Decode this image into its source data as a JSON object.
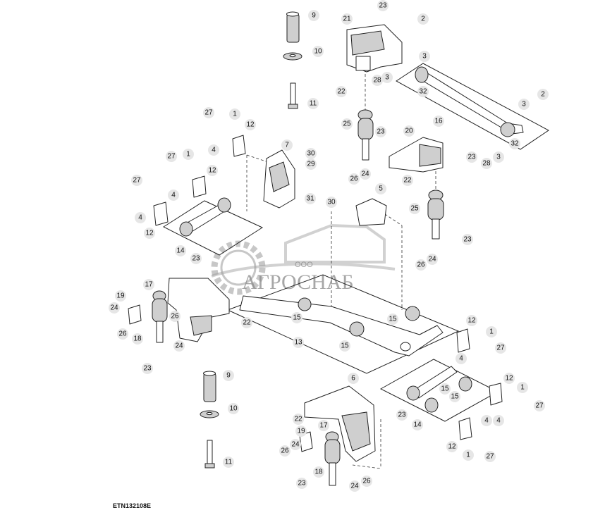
{
  "figure_id": "ETN132108E",
  "watermark": {
    "company_prefix": "ООО",
    "company_name": "АГРОСНАБ",
    "color": "#8a8a8a"
  },
  "callouts": [
    {
      "id": "c1",
      "label": "23"
    },
    {
      "id": "c2",
      "label": "21"
    },
    {
      "id": "c3",
      "label": "2"
    },
    {
      "id": "c4",
      "label": "9"
    },
    {
      "id": "c5",
      "label": "10"
    },
    {
      "id": "c6",
      "label": "3"
    },
    {
      "id": "c7",
      "label": "22"
    },
    {
      "id": "c8",
      "label": "28"
    },
    {
      "id": "c9",
      "label": "3"
    },
    {
      "id": "c10",
      "label": "32"
    },
    {
      "id": "c11",
      "label": "11"
    },
    {
      "id": "c12",
      "label": "2"
    },
    {
      "id": "c13",
      "label": "3"
    },
    {
      "id": "c14",
      "label": "16"
    },
    {
      "id": "c15",
      "label": "27"
    },
    {
      "id": "c16",
      "label": "1"
    },
    {
      "id": "c17",
      "label": "25"
    },
    {
      "id": "c18",
      "label": "23"
    },
    {
      "id": "c19",
      "label": "12"
    },
    {
      "id": "c20",
      "label": "20"
    },
    {
      "id": "c21",
      "label": "4"
    },
    {
      "id": "c22",
      "label": "32"
    },
    {
      "id": "c23",
      "label": "7"
    },
    {
      "id": "c24",
      "label": "27"
    },
    {
      "id": "c25",
      "label": "1"
    },
    {
      "id": "c26",
      "label": "30"
    },
    {
      "id": "c27",
      "label": "29"
    },
    {
      "id": "c28",
      "label": "23"
    },
    {
      "id": "c29",
      "label": "28"
    },
    {
      "id": "c30",
      "label": "3"
    },
    {
      "id": "c31",
      "label": "26"
    },
    {
      "id": "c32",
      "label": "24"
    },
    {
      "id": "c33",
      "label": "12"
    },
    {
      "id": "c34",
      "label": "22"
    },
    {
      "id": "c35",
      "label": "27"
    },
    {
      "id": "c36",
      "label": "4"
    },
    {
      "id": "c37",
      "label": "31"
    },
    {
      "id": "c38",
      "label": "5"
    },
    {
      "id": "c39",
      "label": "30"
    },
    {
      "id": "c40",
      "label": "4"
    },
    {
      "id": "c41",
      "label": "25"
    },
    {
      "id": "c42",
      "label": "12"
    },
    {
      "id": "c43",
      "label": "14"
    },
    {
      "id": "c44",
      "label": "23"
    },
    {
      "id": "c45",
      "label": "23"
    },
    {
      "id": "c46",
      "label": "26"
    },
    {
      "id": "c47",
      "label": "24"
    },
    {
      "id": "c48",
      "label": "17"
    },
    {
      "id": "c49",
      "label": "19"
    },
    {
      "id": "c50",
      "label": "24"
    },
    {
      "id": "c51",
      "label": "15"
    },
    {
      "id": "c52",
      "label": "15"
    },
    {
      "id": "c53",
      "label": "26"
    },
    {
      "id": "c54",
      "label": "22"
    },
    {
      "id": "c55",
      "label": "12"
    },
    {
      "id": "c56",
      "label": "26"
    },
    {
      "id": "c57",
      "label": "18"
    },
    {
      "id": "c58",
      "label": "24"
    },
    {
      "id": "c59",
      "label": "1"
    },
    {
      "id": "c60",
      "label": "13"
    },
    {
      "id": "c61",
      "label": "15"
    },
    {
      "id": "c62",
      "label": "27"
    },
    {
      "id": "c63",
      "label": "4"
    },
    {
      "id": "c64",
      "label": "23"
    },
    {
      "id": "c65",
      "label": "9"
    },
    {
      "id": "c66",
      "label": "6"
    },
    {
      "id": "c67",
      "label": "12"
    },
    {
      "id": "c68",
      "label": "15"
    },
    {
      "id": "c69",
      "label": "1"
    },
    {
      "id": "c70",
      "label": "15"
    },
    {
      "id": "c71",
      "label": "27"
    },
    {
      "id": "c72",
      "label": "10"
    },
    {
      "id": "c73",
      "label": "23"
    },
    {
      "id": "c74",
      "label": "4"
    },
    {
      "id": "c75",
      "label": "4"
    },
    {
      "id": "c76",
      "label": "22"
    },
    {
      "id": "c77",
      "label": "19"
    },
    {
      "id": "c78",
      "label": "17"
    },
    {
      "id": "c79",
      "label": "14"
    },
    {
      "id": "c80",
      "label": "12"
    },
    {
      "id": "c81",
      "label": "26"
    },
    {
      "id": "c82",
      "label": "24"
    },
    {
      "id": "c83",
      "label": "1"
    },
    {
      "id": "c84",
      "label": "11"
    },
    {
      "id": "c85",
      "label": "18"
    },
    {
      "id": "c86",
      "label": "27"
    },
    {
      "id": "c87",
      "label": "24"
    },
    {
      "id": "c88",
      "label": "26"
    },
    {
      "id": "c89",
      "label": "23"
    }
  ]
}
